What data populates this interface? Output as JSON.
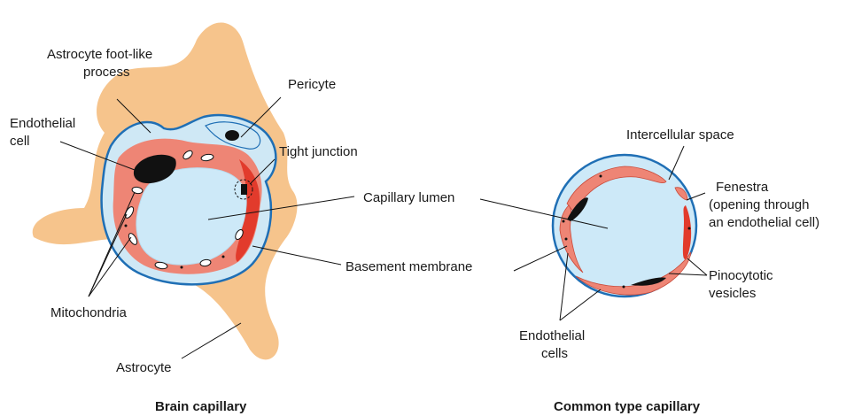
{
  "brain": {
    "caption": "Brain capillary",
    "labels": {
      "astrocyte_foot_1": "Astrocyte foot-like",
      "astrocyte_foot_2": "process",
      "pericyte": "Pericyte",
      "endothelial_1": "Endothelial",
      "endothelial_2": "cell",
      "tight_junction": "Tight junction",
      "capillary_lumen": "Capillary lumen",
      "basement_membrane": "Basement membrane",
      "mitochondria": "Mitochondria",
      "astrocyte": "Astrocyte"
    }
  },
  "common": {
    "caption": "Common type capillary",
    "labels": {
      "intercellular_space": "Intercellular space",
      "fenestra_1": "Fenestra",
      "fenestra_2": "(opening through",
      "fenestra_3": "an endothelial cell)",
      "pinocytotic_1": "Pinocytotic",
      "pinocytotic_2": "vesicles",
      "endothelial_1": "Endothelial",
      "endothelial_2": "cells"
    }
  },
  "colors": {
    "astrocyte": "#f6c48c",
    "basement_outer": "#1f6fb5",
    "membrane_fill": "#cfe8f5",
    "endothelium": "#ee8575",
    "endothelium_dark": "#e23b2c",
    "lumen": "#cde9f8",
    "nucleus": "#111111"
  }
}
